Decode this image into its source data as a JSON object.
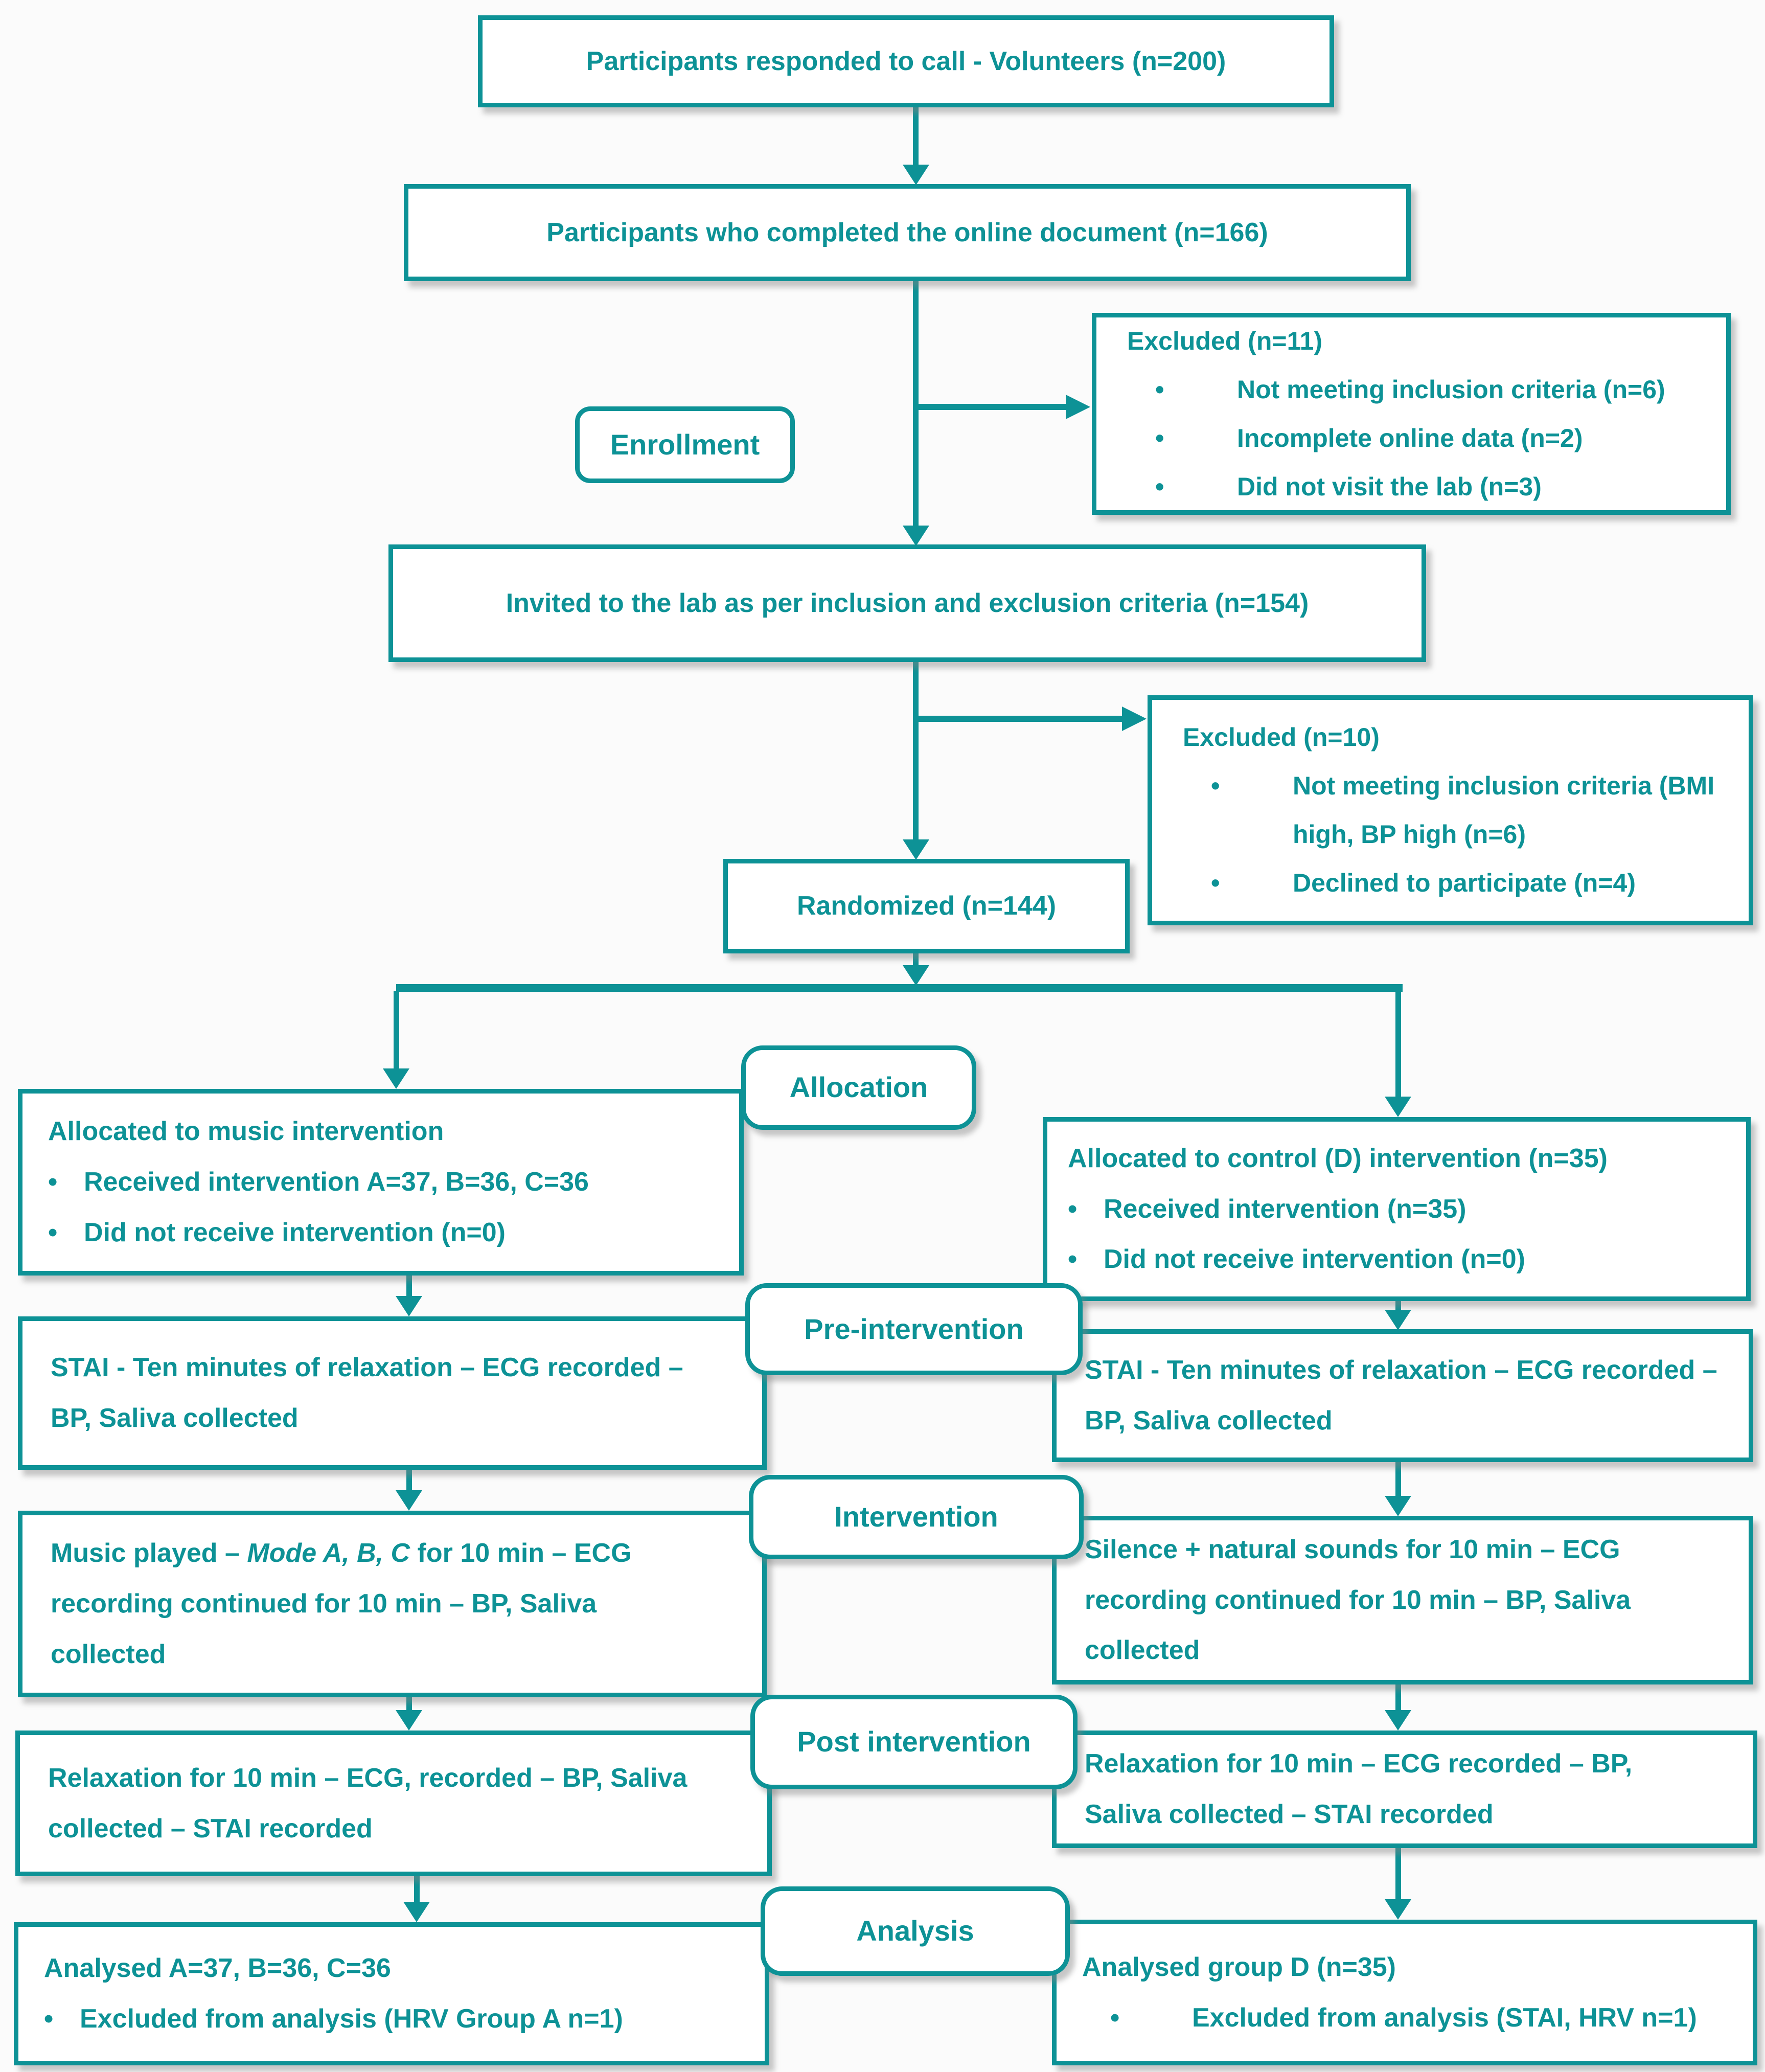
{
  "palette": {
    "teal": "#0d9296",
    "background": "#fbfbfb",
    "box_background": "#ffffff"
  },
  "nodes": {
    "volunteers": {
      "text": "Participants responded to call - Volunteers (n=200)"
    },
    "online": {
      "text": "Participants who completed the online document (n=166)"
    },
    "excluded1": {
      "title": "Excluded (n=11)",
      "bullets": [
        "Not meeting inclusion criteria (n=6)",
        "Incomplete online data (n=2)",
        "Did not visit the lab (n=3)"
      ]
    },
    "enrollment": {
      "label": "Enrollment"
    },
    "invited": {
      "text": "Invited to the lab as per inclusion and exclusion criteria (n=154)"
    },
    "excluded2": {
      "title": "Excluded (n=10)",
      "bullets": [
        "Not meeting inclusion criteria (BMI high, BP high (n=6)",
        "Declined to participate (n=4)"
      ]
    },
    "randomized": {
      "text": "Randomized (n=144)"
    },
    "stage_labels": {
      "allocation": "Allocation",
      "pre_intervention": "Pre-intervention",
      "intervention": "Intervention",
      "post_intervention": "Post intervention",
      "analysis": "Analysis"
    },
    "alloc_music": {
      "title": "Allocated to music intervention",
      "bullets": [
        "Received intervention A=37, B=36, C=36",
        "Did not receive intervention (n=0)"
      ]
    },
    "alloc_control": {
      "title": "Allocated to control (D) intervention (n=35)",
      "bullets": [
        "Received intervention (n=35)",
        "Did not receive intervention (n=0)"
      ]
    },
    "pre_left": {
      "text": "STAI - Ten minutes of relaxation – ECG recorded – BP, Saliva collected"
    },
    "pre_right": {
      "text": "STAI - Ten minutes of relaxation – ECG recorded – BP, Saliva collected"
    },
    "int_left": {
      "prefix": "Music played – ",
      "italic": "Mode A, B, C",
      "suffix": " for 10 min – ECG recording continued for 10 min – BP, Saliva collected"
    },
    "int_right": {
      "text": "Silence + natural sounds for 10 min – ECG recording continued for 10 min – BP, Saliva collected"
    },
    "post_left": {
      "text": "Relaxation for 10 min – ECG, recorded – BP, Saliva collected – STAI recorded"
    },
    "post_right": {
      "text": "Relaxation for 10 min – ECG recorded – BP, Saliva collected – STAI recorded"
    },
    "ana_left": {
      "title": "Analysed A=37, B=36, C=36",
      "bullets": [
        "Excluded from analysis (HRV Group A n=1)"
      ]
    },
    "ana_right": {
      "title": "Analysed group D (n=35)",
      "bullets": [
        "Excluded from analysis (STAI, HRV n=1)"
      ]
    }
  }
}
